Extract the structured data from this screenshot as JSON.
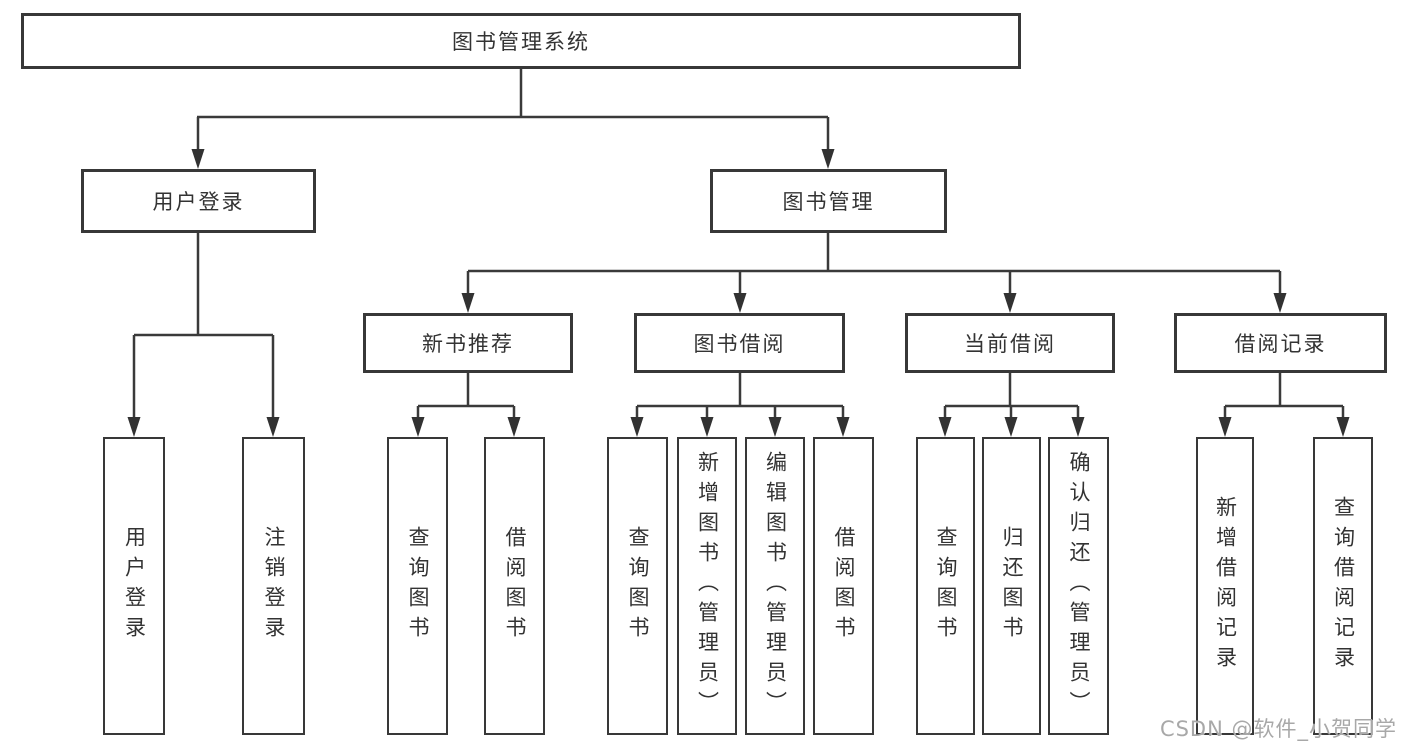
{
  "colors": {
    "line": "#3a3a3a",
    "border": "#383838",
    "text": "#333333",
    "background": "#ffffff",
    "watermark": "#a8a8a8"
  },
  "tree": {
    "root": "图书管理系统",
    "level2": [
      "用户登录",
      "图书管理"
    ],
    "level3": [
      "新书推荐",
      "图书借阅",
      "当前借阅",
      "借阅记录"
    ],
    "leaves_user_login": [
      "用户登录",
      "注销登录"
    ],
    "leaves_new_book": [
      "查询图书",
      "借阅图书"
    ],
    "leaves_book_borrow": [
      "查询图书",
      "新增图书（管理员）",
      "编辑图书（管理员）",
      "借阅图书"
    ],
    "leaves_current_borrow": [
      "查询图书",
      "归还图书",
      "确认归还（管理员）"
    ],
    "leaves_borrow_records": [
      "新增借阅记录",
      "查询借阅记录"
    ]
  },
  "watermark": {
    "text": "CSDN @软件_小贺同学"
  }
}
